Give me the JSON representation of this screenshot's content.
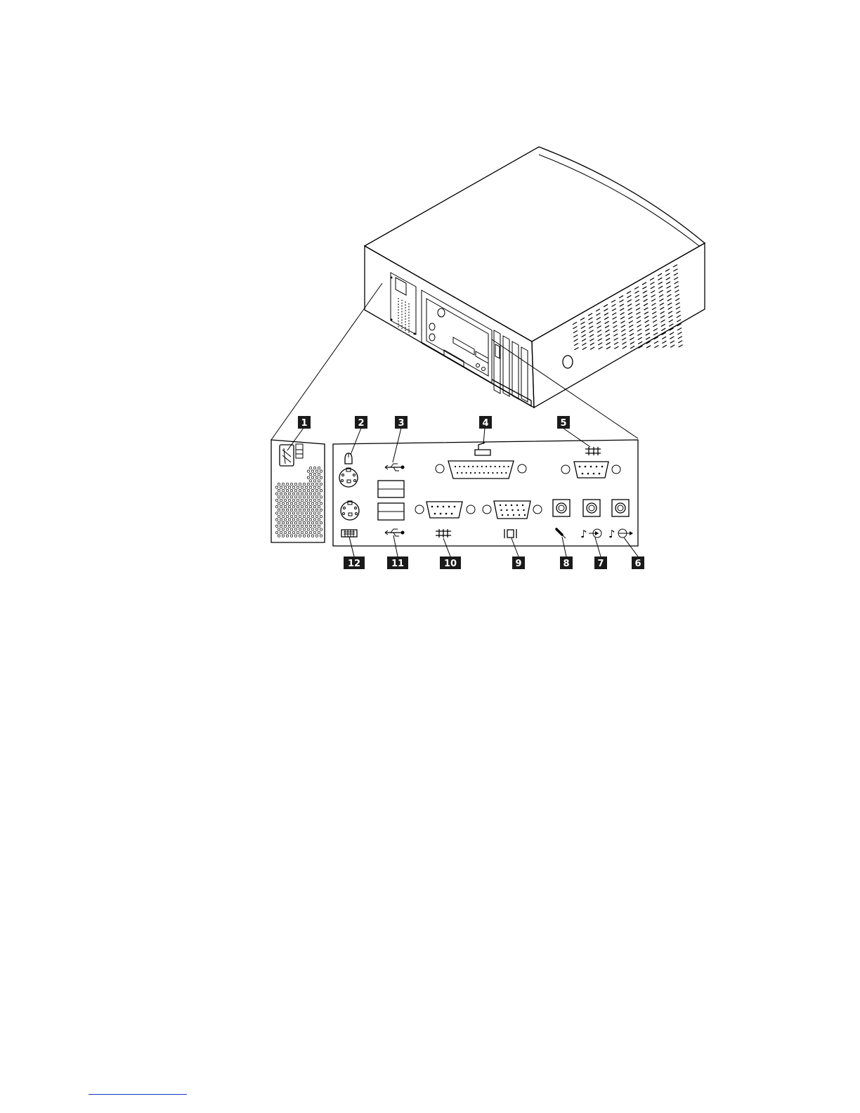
{
  "callouts": [
    {
      "id": "1",
      "label": "1"
    },
    {
      "id": "2",
      "label": "2"
    },
    {
      "id": "3",
      "label": "3"
    },
    {
      "id": "4",
      "label": "4"
    },
    {
      "id": "5",
      "label": "5"
    },
    {
      "id": "6",
      "label": "6"
    },
    {
      "id": "7",
      "label": "7"
    },
    {
      "id": "8",
      "label": "8"
    },
    {
      "id": "9",
      "label": "9"
    },
    {
      "id": "10",
      "label": "10"
    },
    {
      "id": "11",
      "label": "11"
    },
    {
      "id": "12",
      "label": "12"
    }
  ],
  "colors": {
    "line": "#000000",
    "callout_fill": "#1a1a1a",
    "callout_text": "#ffffff",
    "footnote_rule": "#1a35c0"
  },
  "icons": [
    "power-connector-icon",
    "mouse-icon",
    "usb-icon",
    "printer-icon",
    "serial-port-icon",
    "audio-line-out-icon",
    "audio-line-in-icon",
    "microphone-icon",
    "monitor-icon",
    "keyboard-icon"
  ]
}
